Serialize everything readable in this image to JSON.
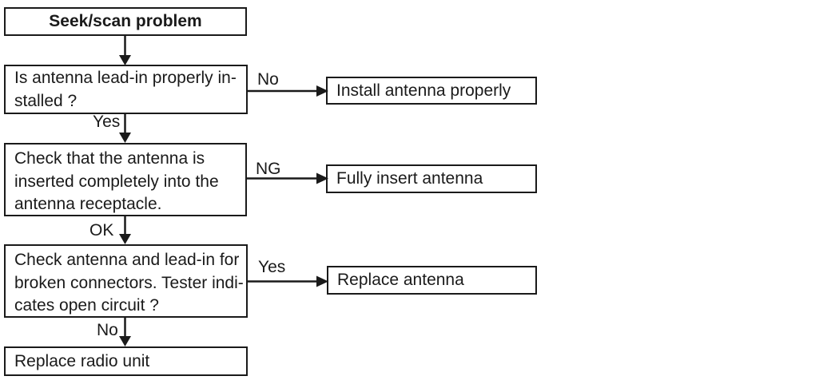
{
  "diagram": {
    "nodes": {
      "start": {
        "text": "Seek/scan problem"
      },
      "q1": {
        "lines": [
          "Is antenna lead-in properly in-",
          "stalled ?"
        ]
      },
      "a1": {
        "text": "Install antenna properly"
      },
      "q2": {
        "lines": [
          "Check that the antenna is",
          "inserted completely into the",
          "antenna receptacle."
        ]
      },
      "a2": {
        "text": "Fully insert antenna"
      },
      "q3": {
        "lines": [
          "Check antenna and lead-in for",
          "broken connectors. Tester indi-",
          "cates open circuit ?"
        ]
      },
      "a3": {
        "text": "Replace antenna"
      },
      "end": {
        "text": "Replace radio unit"
      }
    },
    "edge_labels": {
      "q1_no": "No",
      "q1_yes": "Yes",
      "q2_ng": "NG",
      "q2_ok": "OK",
      "q3_yes": "Yes",
      "q3_no": "No"
    },
    "colors": {
      "ink": "#1a1a1a",
      "background": "#ffffff"
    }
  }
}
